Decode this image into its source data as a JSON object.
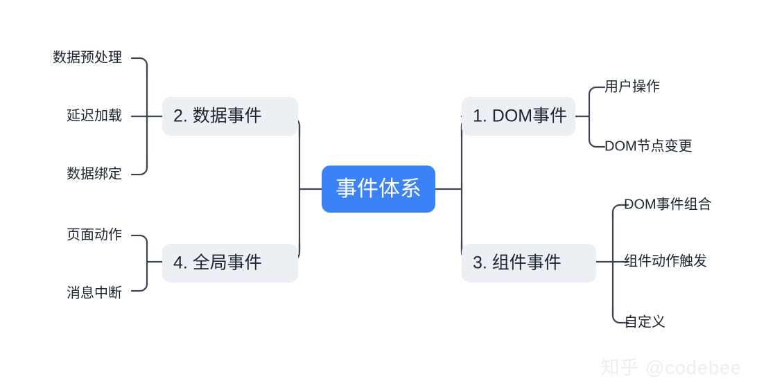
{
  "diagram": {
    "type": "mindmap",
    "title": "事件体系",
    "root": {
      "label": "事件体系",
      "color": "#3b82f6",
      "text_color": "#ffffff"
    },
    "node_color": "#eceff3",
    "node_text_color": "#1b2430",
    "connector_color": "#3c4453",
    "branches": [
      {
        "id": "dom-events",
        "label": "1. DOM事件",
        "side": "right",
        "children": [
          {
            "label": "用户操作"
          },
          {
            "label": "DOM节点变更"
          }
        ]
      },
      {
        "id": "data-events",
        "label": "2. 数据事件",
        "side": "left",
        "children": [
          {
            "label": "数据预处理"
          },
          {
            "label": "延迟加载"
          },
          {
            "label": "数据绑定"
          }
        ]
      },
      {
        "id": "component-events",
        "label": "3. 组件事件",
        "side": "right",
        "children": [
          {
            "label": "DOM事件组合"
          },
          {
            "label": "组件动作触发"
          },
          {
            "label": "自定义"
          }
        ]
      },
      {
        "id": "global-events",
        "label": "4. 全局事件",
        "side": "left",
        "children": [
          {
            "label": "页面动作"
          },
          {
            "label": "消息中断"
          }
        ]
      }
    ]
  },
  "watermark": {
    "text": "知乎 @codebee"
  }
}
